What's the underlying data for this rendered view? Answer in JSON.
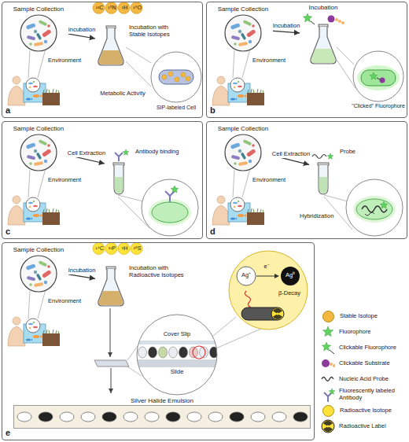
{
  "diagram": {
    "nodes": [
      {
        "text": [
          "a"
        ]
      },
      {
        "text": [
          "Sample Collection"
        ],
        "in": 0
      },
      {
        "text": [
          "Incubation with Stable Isotopes"
        ],
        "in": 0
      },
      {
        "text": [
          "SIP-labeled Cell"
        ],
        "in": 0
      },
      {
        "text": [
          "b"
        ]
      },
      {
        "text": [
          "Sample Collection"
        ],
        "in": 4
      },
      {
        "text": [
          "Incubation"
        ],
        "in": 4
      },
      {
        "text": [
          "\"Clicked\" Fluorophore"
        ],
        "in": 4
      },
      {
        "text": [
          "c"
        ]
      },
      {
        "text": [
          "Sample Collection"
        ],
        "in": 8
      },
      {
        "text": [
          "Antibody binding"
        ],
        "in": 8
      },
      {
        "text": [
          "d"
        ]
      },
      {
        "text": [
          "Sample Collection"
        ],
        "in": 11
      },
      {
        "text": [
          "Probe"
        ],
        "in": 11
      },
      {
        "text": [
          "e"
        ]
      },
      {
        "text": [
          "Sample Collection"
        ],
        "in": 14
      },
      {
        "text": [
          "Incubation with Radioactive Isotopes"
        ],
        "in": 14
      },
      {
        "text": [
          "Cover Slip",
          "Slide"
        ],
        "in": 14
      },
      {
        "text": [
          "Ag⁺",
          "e⁻",
          "Ag⁰",
          "β-Decay"
        ],
        "in": 14
      },
      {
        "text": [
          "Silver Halide Emulsion"
        ],
        "in": 14
      }
    ],
    "edges": [
      {
        "from": 1,
        "to": 2,
        "label": "Incubation",
        "arrow": "to"
      },
      {
        "from": 5,
        "to": 6,
        "label": "Incubation",
        "arrow": "to"
      },
      {
        "from": 9,
        "to": 10,
        "label": "Cell Extraction",
        "arrow": "to"
      },
      {
        "from": 12,
        "to": 13,
        "label": "Cell Extraction",
        "arrow": "to"
      },
      {
        "from": 15,
        "to": 16,
        "label": "Incubation",
        "arrow": "to"
      }
    ],
    "labels": [
      "¹³C",
      "¹⁵N",
      "²H",
      "¹⁸O",
      "Metabolic Activity",
      "Environment",
      "Environment",
      "Environment",
      "Hybridization",
      "Environment",
      "¹⁴C",
      "³²P",
      "³H",
      "³⁵S",
      "Environment"
    ],
    "legend": [
      {
        "text": "Stable Isotope",
        "color": "#f5b942"
      },
      {
        "text": "Fluorophore"
      },
      {
        "text": "Clickable Fluorophore"
      },
      {
        "text": "Clickable Substrate"
      },
      {
        "text": "Nucleic Acid Probe"
      },
      {
        "text": "Fluorescently labeled Antibody"
      },
      {
        "text": "Radioactive Isotope",
        "color": "#ffe23a"
      },
      {
        "text": "Radioactive Label"
      }
    ]
  }
}
